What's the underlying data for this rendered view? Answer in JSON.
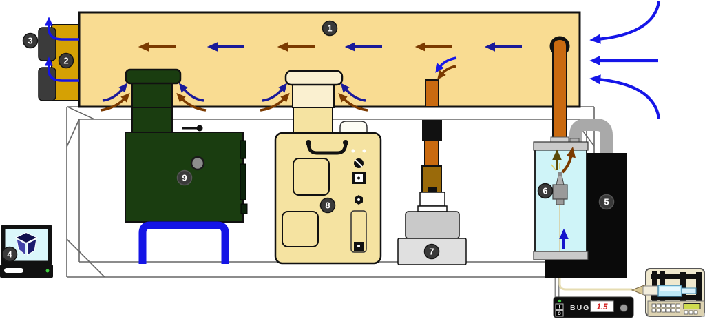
{
  "callouts": [
    "1",
    "2",
    "3",
    "4",
    "5",
    "6",
    "7",
    "8",
    "9"
  ],
  "devices": {
    "bug_meter": {
      "label": "BUG",
      "reading": "1.5",
      "switch_top": "I",
      "switch_bottom": "O"
    }
  },
  "icons": {
    "monitor_logo": "cube-3d-logo",
    "callout_badge": "numbered-circle-badge",
    "flow_arrows": "left-pointing-flow-arrows",
    "inflow_arrows": "curved-inflow-arrows"
  },
  "colors": {
    "duct_fill": "#F9DC92",
    "duct_flow_navy": "#1A1A99",
    "duct_flow_brown": "#7B3A00",
    "inflow_blue": "#1616E8",
    "exhaust_blue": "#1414E6",
    "stove_green": "#1A3D10",
    "stand_blue": "#1414E6",
    "gold_block": "#D5A104",
    "pipe_orange": "#C96A10",
    "chamber_cyan": "#CFF4F8",
    "spray_gold": "#E0CE6A",
    "display_red": "#D22222",
    "led_green": "#3FCF3F"
  }
}
